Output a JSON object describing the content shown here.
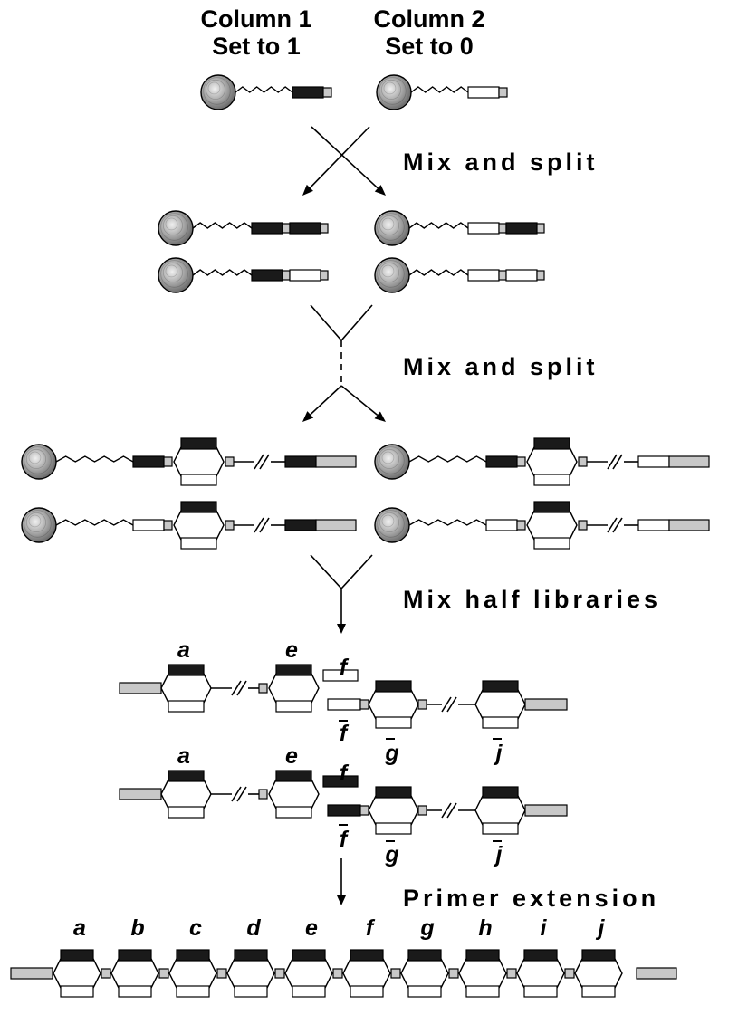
{
  "columns": [
    {
      "name": "Column 1",
      "value": "Set to 1"
    },
    {
      "name": "Column 2",
      "value": "Set to 0"
    }
  ],
  "steps": {
    "mix_split_1": "Mix and split",
    "mix_split_2": "Mix and split",
    "mix_half": "Mix half libraries",
    "primer": "Primer extension"
  },
  "labels": {
    "a": "a",
    "b": "b",
    "c": "c",
    "d": "d",
    "e": "e",
    "f": "f",
    "g": "g",
    "h": "h",
    "i": "i",
    "j": "j"
  },
  "colors": {
    "bit_one": "#1a1a1a",
    "bit_zero": "#ffffff",
    "spacer": "#c8c8c8",
    "bead_light": "#f0f0f0",
    "bead_dark": "#6e6e6e"
  }
}
